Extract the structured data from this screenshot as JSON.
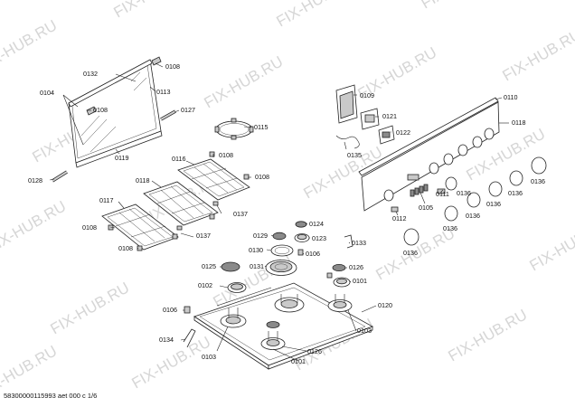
{
  "watermark": "FIX-HUB.RU",
  "footer": "58300000115993 aet 000 c 1/6",
  "labels": {
    "l0132": "0132",
    "l0108a": "0108",
    "l0104": "0104",
    "l0113": "0113",
    "l0108b": "0108",
    "l0127": "0127",
    "l0115": "0115",
    "l0119": "0119",
    "l0128": "0128",
    "l0116": "0116",
    "l0108c": "0108",
    "l0118a": "0118",
    "l0108d": "0108",
    "l0117": "0117",
    "l0137a": "0137",
    "l0108e": "0108",
    "l0137b": "0137",
    "l0108f": "0108",
    "l0109": "0109",
    "l0121": "0121",
    "l0122": "0122",
    "l0135": "0135",
    "l0110": "0110",
    "l0118b": "0118",
    "l0111": "0111",
    "l0105": "0105",
    "l0112": "0112",
    "l0136a": "0136",
    "l0136b": "0136",
    "l0136c": "0136",
    "l0136d": "0136",
    "l0136e": "0136",
    "l0136f": "0136",
    "l0136g": "0136",
    "l0124": "0124",
    "l0129": "0129",
    "l0123": "0123",
    "l0130": "0130",
    "l0106a": "0106",
    "l0133": "0133",
    "l0125": "0125",
    "l0131": "0131",
    "l0126a": "0126",
    "l0102": "0102",
    "l0101a": "0101",
    "l0106b": "0106",
    "l0120": "0120",
    "l0134": "0134",
    "l0103a": "0103",
    "l0103b": "0103",
    "l0126b": "0126",
    "l0101b": "0101"
  }
}
